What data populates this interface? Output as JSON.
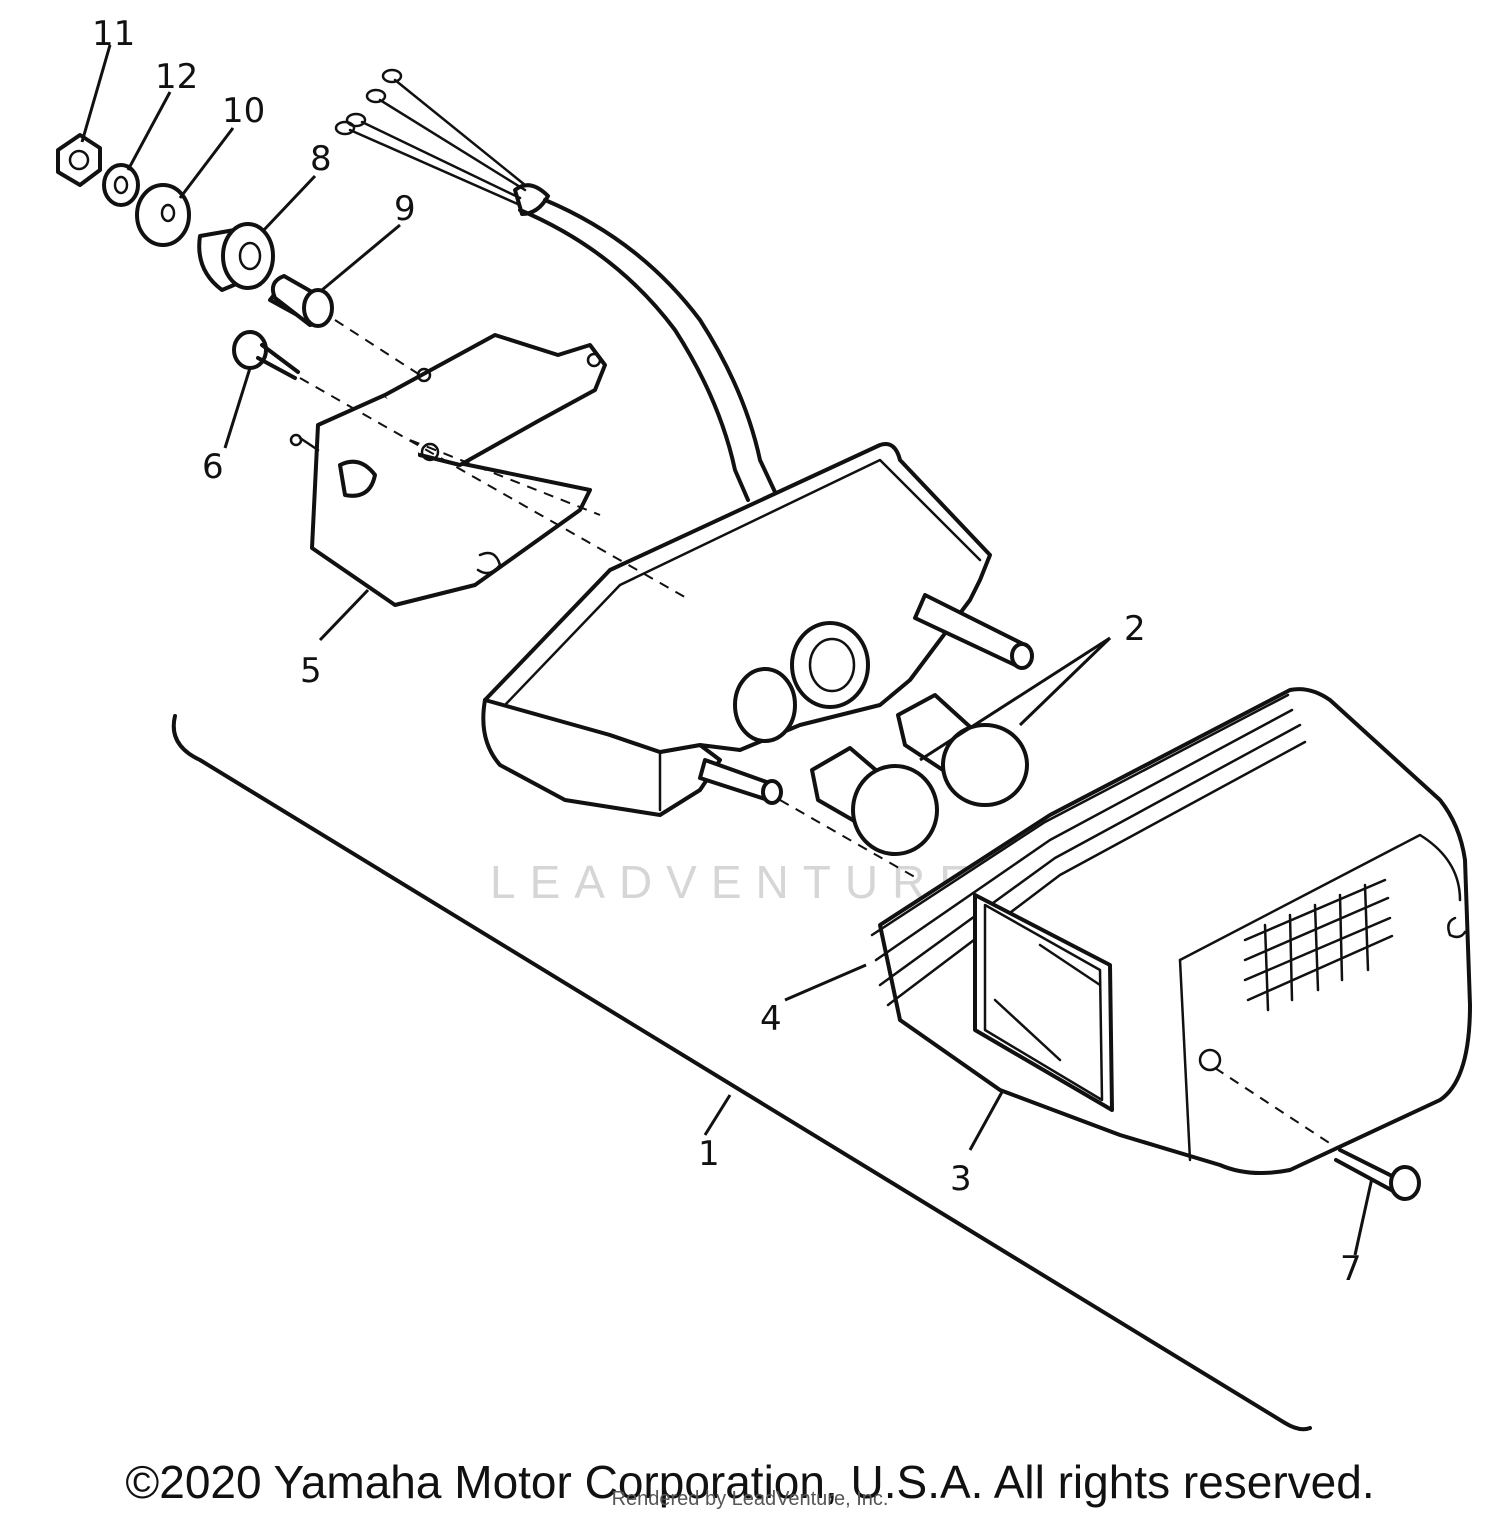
{
  "callouts": [
    "1",
    "2",
    "3",
    "4",
    "5",
    "6",
    "7",
    "8",
    "9",
    "10",
    "11",
    "12"
  ],
  "watermark": "LEADVENTURE",
  "footer": {
    "copyright": "©2020 Yamaha Motor Corporation, U.S.A. All rights reserved.",
    "rendered_by": "Rendered by LeadVenture, Inc."
  }
}
